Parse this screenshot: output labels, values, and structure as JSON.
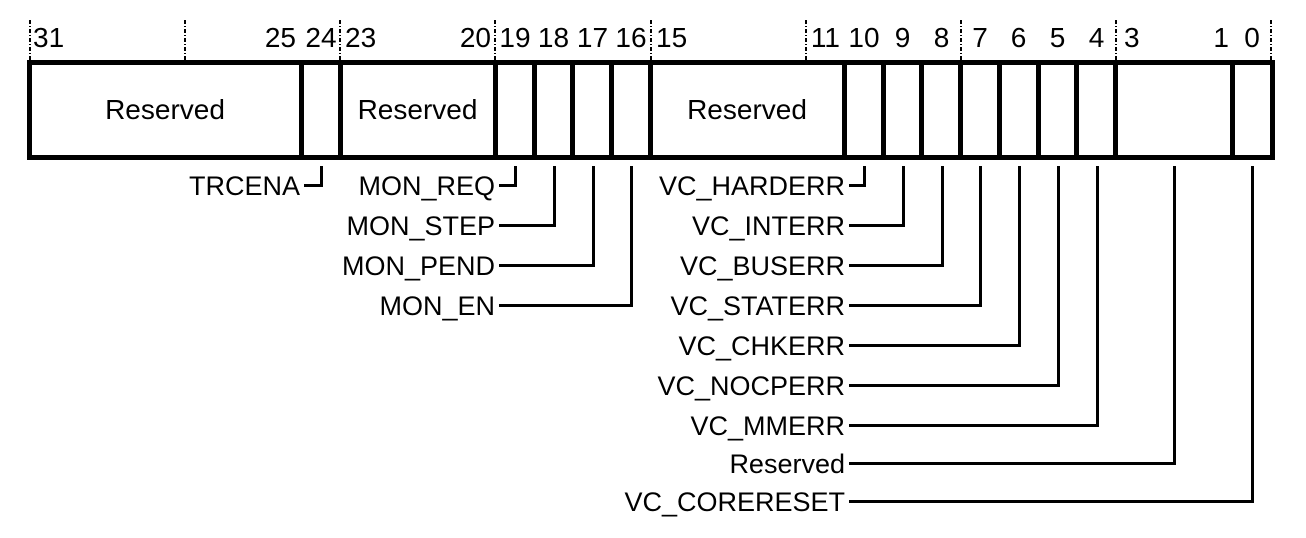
{
  "diagram_type": "register-bit-field-diagram",
  "colors": {
    "line": "#000000",
    "background": "#ffffff",
    "text": "#000000"
  },
  "ruler": {
    "n31": "31",
    "n25": "25",
    "n24": "24",
    "n23": "23",
    "n20": "20",
    "n19": "19",
    "n18": "18",
    "n17": "17",
    "n16": "16",
    "n15": "15",
    "n11": "11",
    "n10": "10",
    "n9": "9",
    "n8": "8",
    "n7": "7",
    "n6": "6",
    "n5": "5",
    "n4": "4",
    "n3": "3",
    "n1": "1",
    "n0": "0"
  },
  "fields": {
    "res_31_25": "Reserved",
    "res_23_20": "Reserved",
    "res_15_11": "Reserved"
  },
  "callouts": {
    "trcena": {
      "bit": "24",
      "label": "TRCENA"
    },
    "mon_req": {
      "bit": "19",
      "label": "MON_REQ"
    },
    "mon_step": {
      "bit": "18",
      "label": "MON_STEP"
    },
    "mon_pend": {
      "bit": "17",
      "label": "MON_PEND"
    },
    "mon_en": {
      "bit": "16",
      "label": "MON_EN"
    },
    "vc_harderr": {
      "bit": "10",
      "label": "VC_HARDERR"
    },
    "vc_interr": {
      "bit": "9",
      "label": "VC_INTERR"
    },
    "vc_buserr": {
      "bit": "8",
      "label": "VC_BUSERR"
    },
    "vc_staterr": {
      "bit": "7",
      "label": "VC_STATERR"
    },
    "vc_chkerr": {
      "bit": "6",
      "label": "VC_CHKERR"
    },
    "vc_nocperr": {
      "bit": "5",
      "label": "VC_NOCPERR"
    },
    "vc_mmerr": {
      "bit": "4",
      "label": "VC_MMERR"
    },
    "reserved_3_1": {
      "bit": "3:1",
      "label": "Reserved"
    },
    "vc_corereset": {
      "bit": "0",
      "label": "VC_CORERESET"
    }
  }
}
